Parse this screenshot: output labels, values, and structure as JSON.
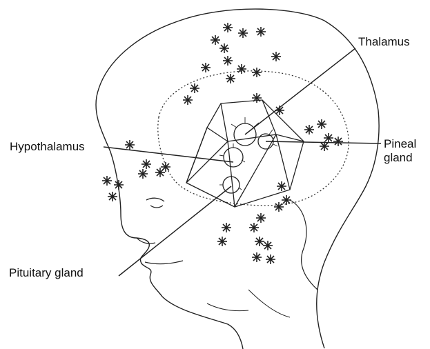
{
  "labels": {
    "thalamus": "Thalamus",
    "hypothalamus": "Hypothalamus",
    "pineal_line1": "Pineal",
    "pineal_line2": "gland",
    "pituitary": "Pituitary gland"
  },
  "colors": {
    "ink": "#222222",
    "background": "#ffffff"
  },
  "icon_names": [
    "head-outline-icon",
    "brain-outline-icon",
    "gland-cluster-icon",
    "star-mark-icon"
  ]
}
